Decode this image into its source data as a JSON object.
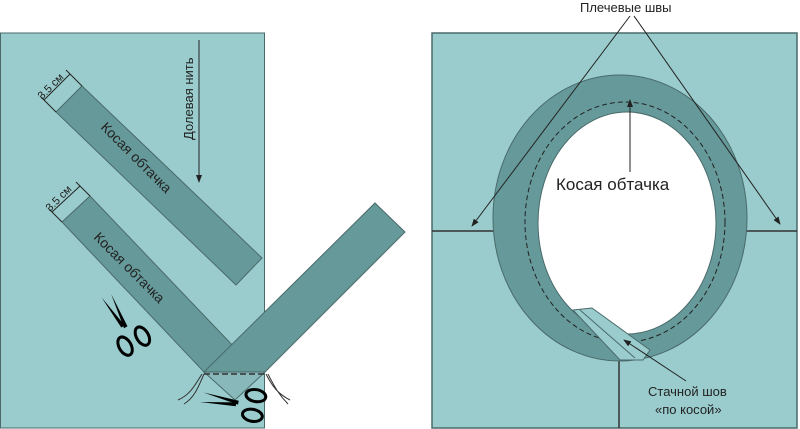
{
  "left": {
    "grain_label": "Долевая нить",
    "strip1_label": "Косая обтачка",
    "strip2_label": "Косая обтачка",
    "width1_label": "3.5 см",
    "width2_label": "3.5 см"
  },
  "right": {
    "shoulder_label": "Плечевые швы",
    "facing_label": "Косая обтачка",
    "seam_label_line1": "Стачной шов",
    "seam_label_line2": "«по косой»"
  },
  "colors": {
    "light": "#9acccd",
    "dark": "#66999a",
    "stroke": "#4a6a6a"
  }
}
